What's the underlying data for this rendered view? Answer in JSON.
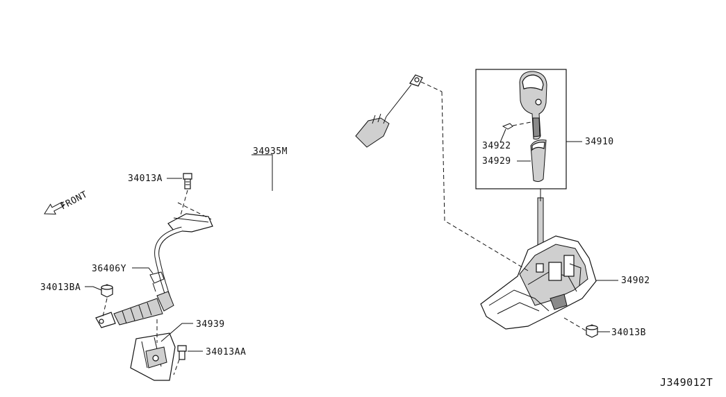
{
  "labels": {
    "p34935M": "34935M",
    "p34013A": "34013A",
    "p36406Y": "36406Y",
    "p34013BA": "34013BA",
    "p34939": "34939",
    "p34013AA": "34013AA",
    "p34922": "34922",
    "p34929": "34929",
    "p34910": "34910",
    "p34902": "34902",
    "p34013B": "34013B",
    "front": "FRONT",
    "diagram_id": "J349012T"
  }
}
